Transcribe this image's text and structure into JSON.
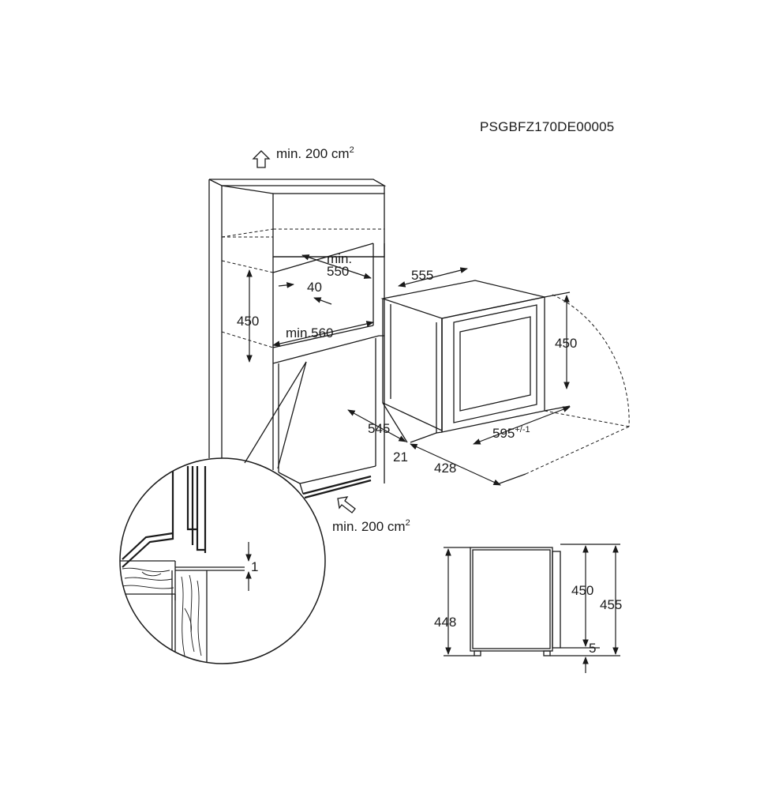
{
  "document_code": "PSGBFZ170DE00005",
  "ventilation": {
    "top": "min. 200 cm",
    "top_sup": "2",
    "bottom": "min. 200 cm",
    "bottom_sup": "2"
  },
  "cabinet": {
    "min_depth_label": "min.",
    "min_depth_value": "550",
    "gap": "40",
    "niche_height": "450",
    "min_width": "min.560"
  },
  "appliance": {
    "depth": "555",
    "height": "450",
    "width": "595",
    "width_tolerance": "+/-1",
    "depth_body": "545",
    "door_offset": "21",
    "door_depth": "428"
  },
  "detail": {
    "gap": "1"
  },
  "side_view": {
    "body_height": "448",
    "front_height": "450",
    "total_height": "455",
    "feet": "5"
  },
  "icons": {
    "up_arrow": "arrow-up-outline-icon",
    "in_arrow": "arrow-diagonal-outline-icon"
  }
}
